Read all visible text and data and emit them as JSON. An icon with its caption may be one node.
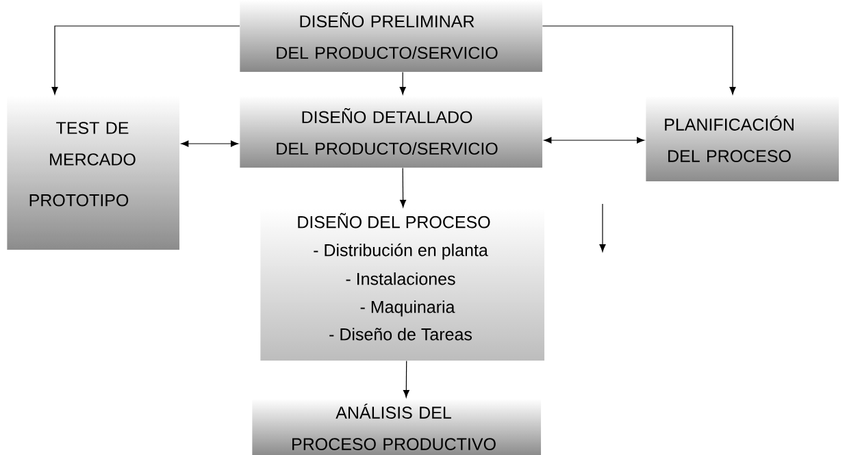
{
  "diagram": {
    "nodes": [
      {
        "text": [
          "DISEÑO PRELIMINAR DEL PRODUCTO/SERVICIO"
        ]
      },
      {
        "text": [
          "TEST DE MERCADO",
          "PROTOTIPO"
        ]
      },
      {
        "text": [
          "DISEÑO DETALLADO DEL PRODUCTO/SERVICIO"
        ]
      },
      {
        "text": [
          "PLANIFICACIÓN DEL PROCESO"
        ]
      },
      {
        "text": [
          "DISEÑO DEL PROCESO",
          "- Distribución en planta",
          "- Instalaciones",
          "- Maquinaria",
          "- Diseño de Tareas"
        ]
      },
      {
        "text": [
          "ANÁLISIS DEL PROCESO PRODUCTIVO"
        ]
      }
    ],
    "edges": [
      {
        "from": 0,
        "to": 1,
        "arrow": "to"
      },
      {
        "from": 0,
        "to": 2,
        "arrow": "to"
      },
      {
        "from": 0,
        "to": 3,
        "arrow": "to"
      },
      {
        "from": 1,
        "to": 2,
        "arrow": "both"
      },
      {
        "from": 2,
        "to": 3,
        "arrow": "both"
      },
      {
        "from": 2,
        "to": 4,
        "arrow": "to"
      },
      {
        "from": 4,
        "to": 5,
        "arrow": "to"
      }
    ]
  }
}
